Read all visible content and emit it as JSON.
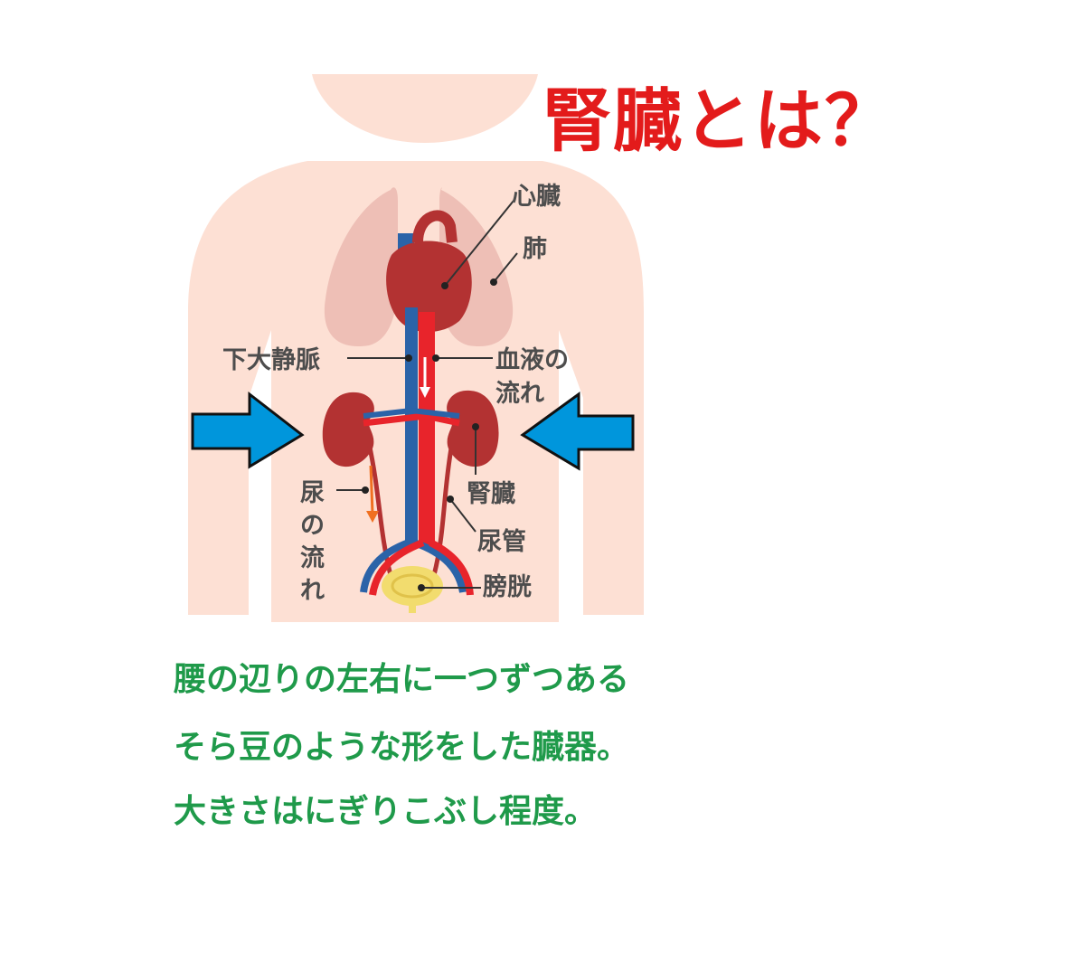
{
  "title": "腎臓とは？",
  "labels": {
    "heart": "心臓",
    "lung": "肺",
    "vena_cava": "下大静脈",
    "blood_flow_1": "血液の",
    "blood_flow_2": "流れ",
    "kidney": "腎臓",
    "urine_1": "尿",
    "urine_2": "の",
    "urine_3": "流",
    "urine_4": "れ",
    "ureter": "尿管",
    "bladder": "膀胱"
  },
  "description": [
    "腰の辺りの左右に一つずつある",
    "そら豆のような形をした臓器。",
    "大きさはにぎりこぶし程度。"
  ],
  "colors": {
    "title": "#e31b1b",
    "description": "#1f9a4a",
    "body": "#fde0d4",
    "lung": "#e8b4ac",
    "organ": "#b33232",
    "vein": "#2b63a8",
    "artery": "#e8242b",
    "bladder": "#f2dc6e",
    "pointer_arrow": "#0096dc"
  },
  "icons": [
    "left-pointer-arrow-icon",
    "right-pointer-arrow-icon"
  ]
}
